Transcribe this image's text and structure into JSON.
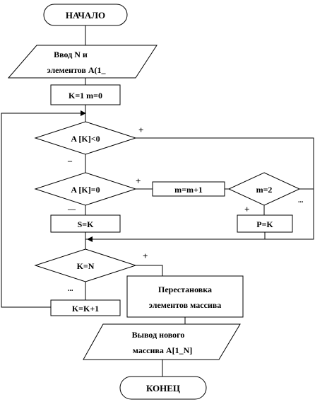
{
  "flowchart": {
    "start": "НАЧАЛО",
    "input": {
      "line1": "Ввод  N и",
      "line2": "элементов А(1_"
    },
    "init": "K=1  m=0",
    "cond_negative": "A [K]<0",
    "cond_zero": "A [K]=0",
    "inc_m": "m=m+1",
    "cond_m2": "m=2",
    "assign_s": "S=K",
    "assign_p": "P=K",
    "cond_kn": "K=N",
    "rearrange": {
      "line1": "Перестановка",
      "line2": "элементов массива"
    },
    "inc_k": "K=K+1",
    "output": {
      "line1": "Вывод нового",
      "line2": "массива А[1_N]"
    },
    "end": "КОНЕЦ"
  },
  "branch_labels": {
    "neg_plus": "+",
    "neg_minus": "–",
    "zero_plus": "+",
    "zero_minus": "—",
    "m2_plus": "+",
    "m2_minus": "...",
    "kn_plus": "+",
    "kn_minus": "..."
  }
}
